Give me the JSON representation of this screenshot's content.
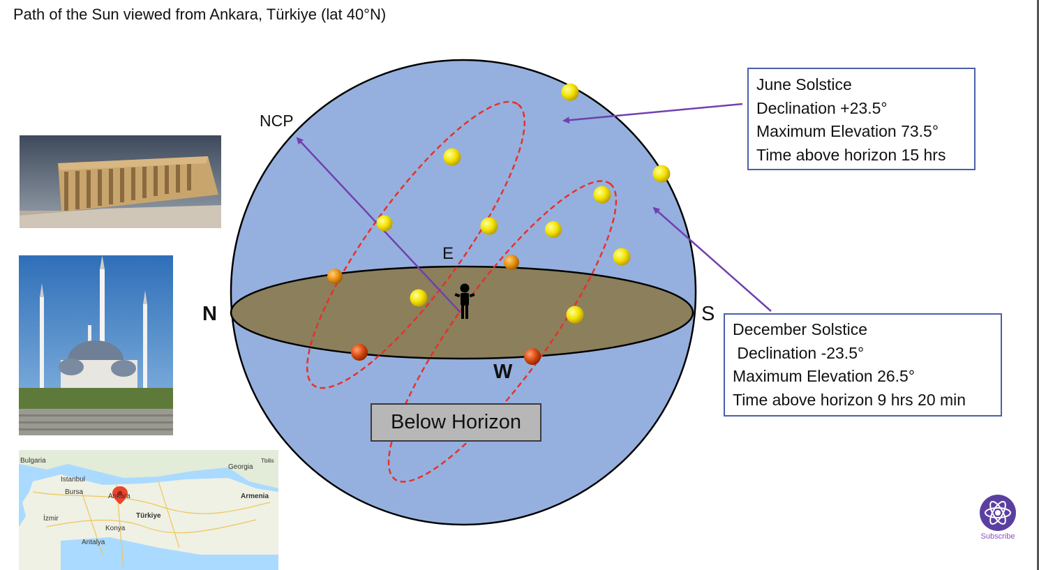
{
  "title": "Path of the Sun viewed from Ankara, Türkiye (lat 40°N)",
  "diagram": {
    "label_ncp": "NCP",
    "label_n": "N",
    "label_s": "S",
    "label_e": "E",
    "label_w": "W",
    "below_horizon": "Below Horizon"
  },
  "june_box": {
    "line1": "June Solstice",
    "line2": "Declination +23.5°",
    "line3": "Maximum Elevation 73.5°",
    "line4": "Time above horizon 15 hrs"
  },
  "december_box": {
    "line1": "December Solstice",
    "line2": " Declination -23.5°",
    "line3": "Maximum Elevation 26.5°",
    "line4": "Time above horizon 9 hrs 20 min"
  },
  "map": {
    "bulgaria": "Bulgaria",
    "georgia": "Georgia",
    "tbilisi": "Tbilis",
    "istanbul": "Istanbul",
    "bursa": "Bursa",
    "ankara": "Ankara",
    "armenia": "Armenia",
    "izmir": "İzmir",
    "turkiye": "Türkiye",
    "konya": "Konya",
    "antalya": "Antalya"
  },
  "subscribe": "Subscribe",
  "colors": {
    "sky": "#95b0de",
    "horizon": "#8b7f5c",
    "path": "#e8302a",
    "sun_yellow": "#f5e600",
    "sun_orange": "#e08a10",
    "sun_red": "#d24a10",
    "arrow": "#7040b0"
  }
}
